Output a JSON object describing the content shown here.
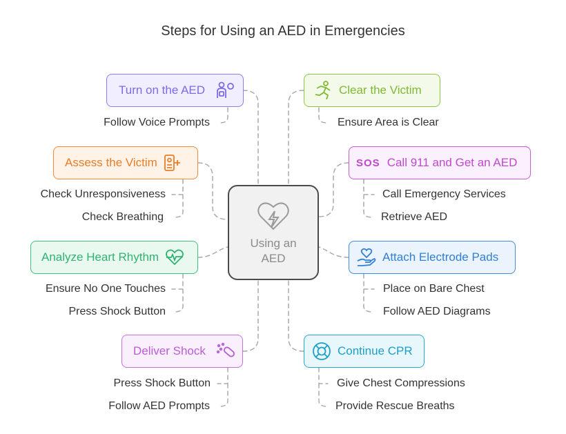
{
  "title": "Steps for Using an AED in Emergencies",
  "center": {
    "label": "Using an AED"
  },
  "steps": {
    "turn_on": {
      "label": "Turn on the AED",
      "color": "#8b7cf0",
      "subs": [
        "Follow Voice Prompts"
      ]
    },
    "assess": {
      "label": "Assess the Victim",
      "color": "#ef8a3a",
      "subs": [
        "Check Unresponsiveness",
        "Check Breathing"
      ]
    },
    "analyze": {
      "label": "Analyze Heart Rhythm",
      "color": "#3ec07d",
      "subs": [
        "Ensure No One Touches",
        "Press Shock Button"
      ]
    },
    "deliver": {
      "label": "Deliver Shock",
      "color": "#c56ee0",
      "subs": [
        "Press Shock Button",
        "Follow AED Prompts"
      ]
    },
    "clear": {
      "label": "Clear the Victim",
      "color": "#8ec63f",
      "subs": [
        "Ensure Area is Clear"
      ]
    },
    "call": {
      "label": "Call 911 and Get an AED",
      "icon_text": "SOS",
      "color": "#c95ad6",
      "subs": [
        "Call Emergency Services",
        "Retrieve AED"
      ]
    },
    "attach": {
      "label": "Attach Electrode Pads",
      "color": "#3f8bdc",
      "subs": [
        "Place on Bare Chest",
        "Follow AED Diagrams"
      ]
    },
    "cpr": {
      "label": "Continue CPR",
      "color": "#25a9d4",
      "subs": [
        "Give Chest Compressions",
        "Provide Rescue Breaths"
      ]
    }
  }
}
